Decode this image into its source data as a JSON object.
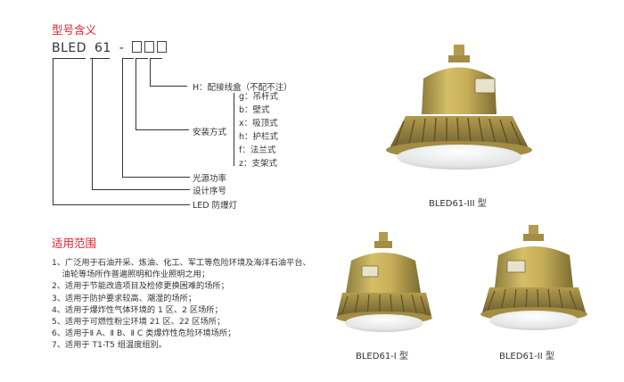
{
  "model_title": "型号含义",
  "code": {
    "prefix": "BLED",
    "number": "61",
    "dash": "-"
  },
  "labels": {
    "junction": "H：配接线盒（不配不注）",
    "install": "安装方式",
    "options": [
      "g：吊杆式",
      "b：壁式",
      "x：吸顶式",
      "h：护栏式",
      "f：法兰式",
      "z：支架式"
    ],
    "power": "光源功率",
    "design": "设计序号",
    "type": "LED 防爆灯"
  },
  "scope_title": "适用范围",
  "scope_items": [
    "1、广泛用于石油开采、炼油、化工、军工等危险环境及海洋石油平台、",
    "    油轮等场所作普遍照明和作业照明之用；",
    "2、适用于节能改造项目及检修更换困难的场所；",
    "3、适用于防护要求较高、潮湿的场所；",
    "4、适用于爆炸性气体环境的 1 区、2 区场所；",
    "5、适用于可燃性粉尘环境 21 区、22 区场所；",
    "6、适用于Ⅱ A、Ⅱ B、Ⅱ C 类爆炸性危险环境场所；",
    "7、适用于 T1-T5 组温度组别。"
  ],
  "models": {
    "large": "BLED61-III 型",
    "small_left": "BLED61-I 型",
    "small_right": "BLED61-II 型"
  },
  "colors": {
    "accent": "#d9232d",
    "lamp_body": "#c9b25a",
    "lamp_dark": "#8a7a3a"
  }
}
